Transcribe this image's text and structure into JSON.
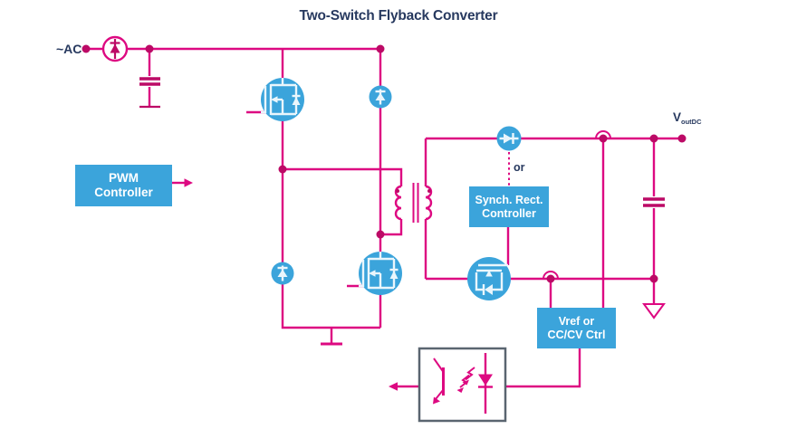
{
  "title": "Two-Switch Flyback Converter",
  "labels": {
    "ac_input": "~AC",
    "vout_main": "V",
    "vout_sub": "outDC",
    "or_text": "or"
  },
  "blocks": {
    "pwm_controller": {
      "line1": "PWM",
      "line2": "Controller"
    },
    "sync_rect_controller": {
      "line1": "Synch. Rect.",
      "line2": "Controller"
    },
    "vref_ctrl": {
      "line1": "Vref or",
      "line2": "CC/CV Ctrl"
    }
  },
  "icons": {
    "input_rectifier": "bridge-rectifier-icon",
    "input_capacitor": "capacitor-icon",
    "high_side_switch": "mosfet-icon",
    "low_side_switch": "mosfet-icon",
    "clamp_diode_top": "diode-icon",
    "clamp_diode_bottom": "diode-icon",
    "transformer": "transformer-icon",
    "output_rectifier": "diode-icon",
    "sync_rect_switch": "mosfet-icon",
    "output_capacitor": "capacitor-icon",
    "primary_ground": "ground-icon",
    "input_ground": "ground-icon",
    "output_ground": "ground-triangle-icon",
    "feedback": "optocoupler-icon"
  },
  "colors": {
    "wire": "#DD0981",
    "accent_dark": "#BC0A66",
    "component_blue": "#3BA4DB",
    "symbol_light": "#EAF6FC",
    "text_navy": "#27395F",
    "opto_border": "#5A6570",
    "page_bg": "#FFFFFF"
  }
}
